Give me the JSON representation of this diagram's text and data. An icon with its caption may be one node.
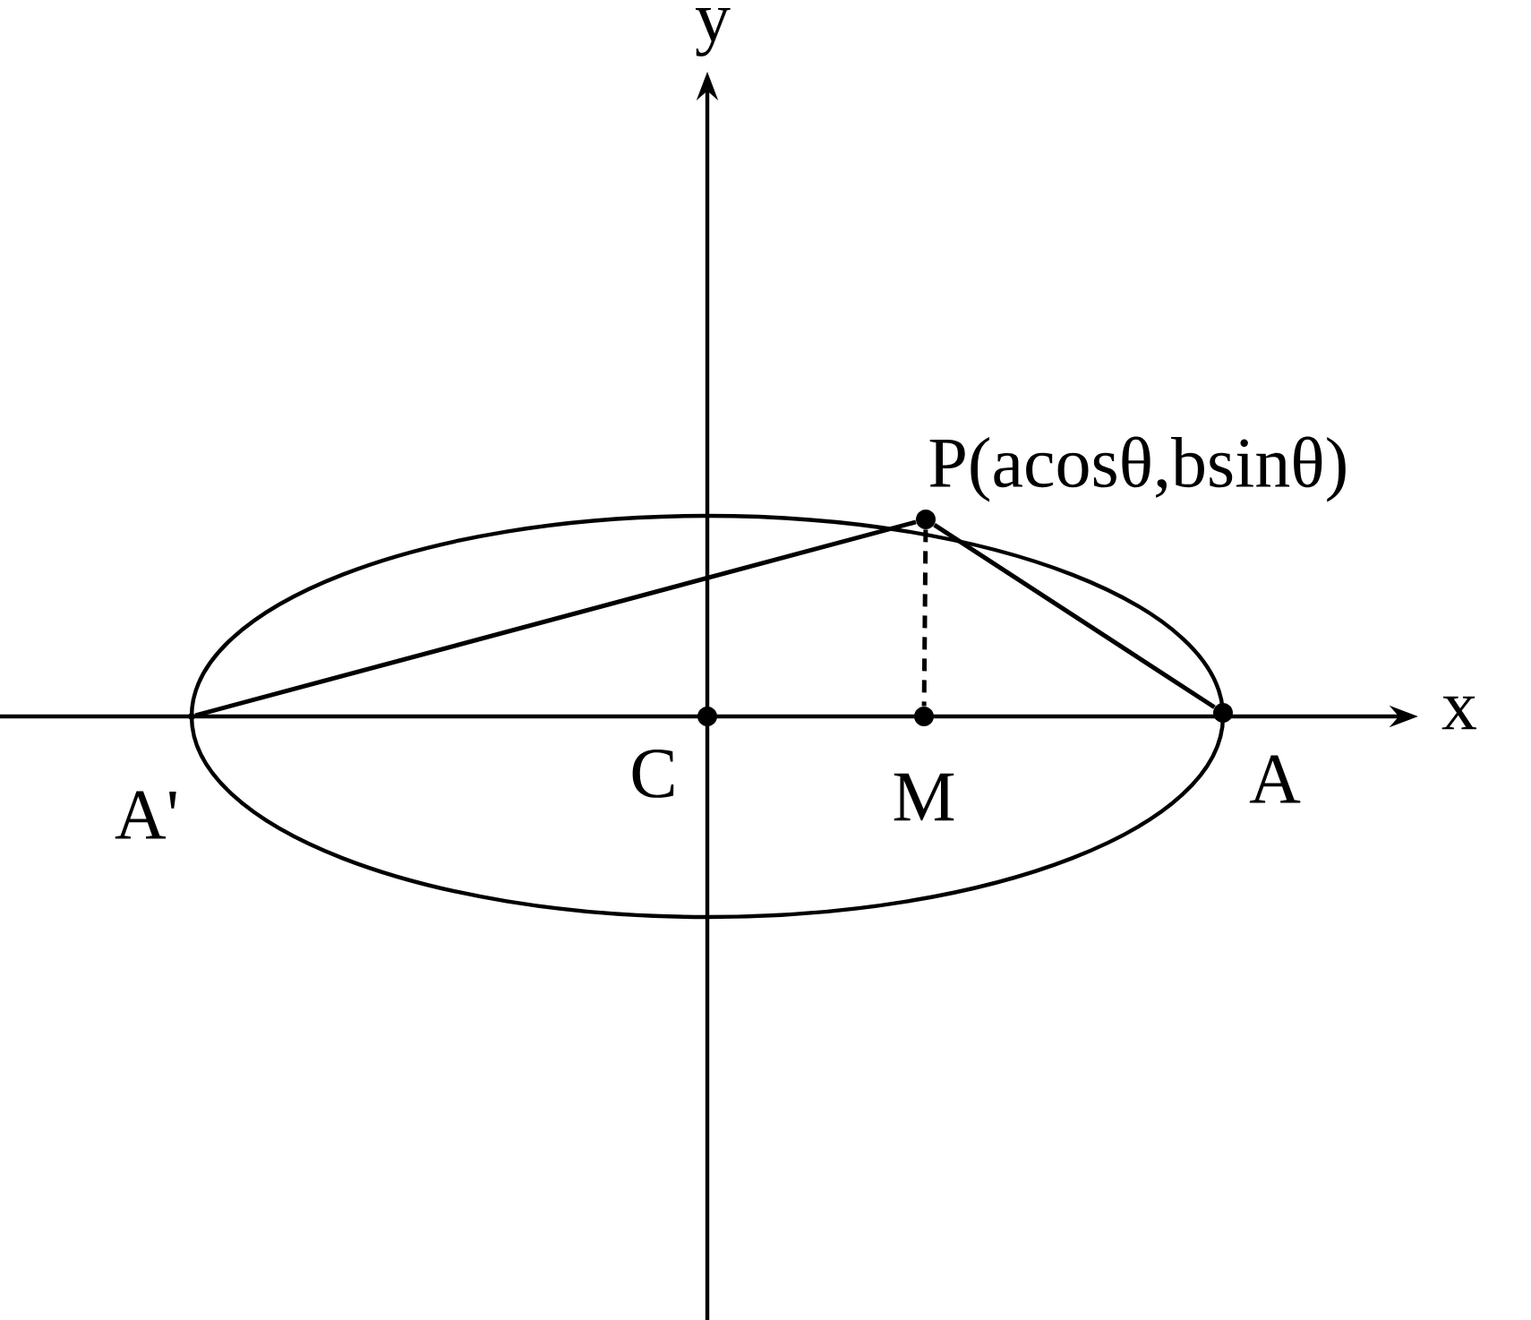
{
  "diagram": {
    "nodes": [
      {
        "text": [],
        "shape": "point",
        "beside": [
          "A'"
        ]
      },
      {
        "text": [],
        "shape": "circle",
        "beside": [
          "C"
        ]
      },
      {
        "text": [],
        "shape": "circle",
        "beside": [
          "M"
        ]
      },
      {
        "text": [],
        "shape": "circle",
        "beside": [
          "A"
        ]
      },
      {
        "text": [],
        "shape": "circle",
        "beside": [
          "P(acosθ,bsinθ)"
        ]
      }
    ],
    "edges": [
      {
        "from": 0,
        "to": 4,
        "arrow": "none"
      },
      {
        "from": 4,
        "to": 3,
        "arrow": "none"
      },
      {
        "from": 4,
        "to": 2,
        "arrow": "none",
        "style": "dashed"
      }
    ],
    "labels": [
      "x",
      "y"
    ]
  }
}
